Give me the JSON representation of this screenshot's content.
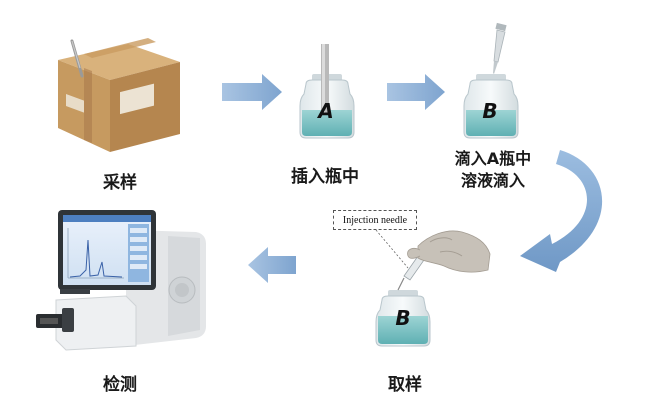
{
  "steps": {
    "sampling": "采样",
    "insert": "插入瓶中",
    "drip_line1": "滴入A瓶中",
    "drip_line2": "溶液滴入",
    "take": "取样",
    "detect": "检测"
  },
  "bottles": {
    "a_letter": "A",
    "b_letter": "B",
    "b2_letter": "B"
  },
  "callout": {
    "text": "Injection needle"
  },
  "colors": {
    "arrow": "#8fb1d6",
    "liquid": "#7fc3c4",
    "box": "#c89a63"
  },
  "icons": [
    "cardboard-box-icon",
    "bottle-icon",
    "dropper-icon",
    "gloved-hand-icon",
    "analyzer-instrument-icon"
  ]
}
